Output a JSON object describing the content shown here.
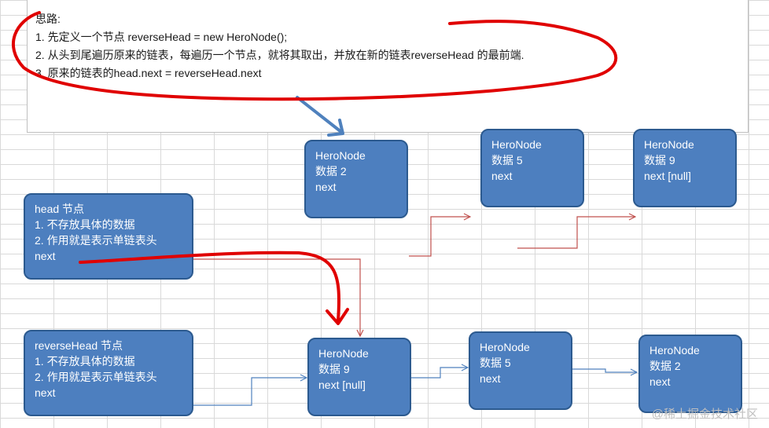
{
  "note": {
    "lines": [
      "思路:",
      "1. 先定义一个节点 reverseHead = new HeroNode();",
      "2. 从头到尾遍历原来的链表，每遍历一个节点，就将其取出，并放在新的链表reverseHead 的最前端.",
      "3. 原来的链表的head.next = reverseHead.next"
    ]
  },
  "head_node": {
    "title": "head 节点",
    "line1": "1. 不存放具体的数据",
    "line2": "2. 作用就是表示单链表头",
    "next": "next"
  },
  "reverse_head_node": {
    "title": "reverseHead 节点",
    "line1": "1. 不存放具体的数据",
    "line2": "2. 作用就是表示单链表头",
    "next": "next"
  },
  "top_nodes": [
    {
      "name": "HeroNode",
      "data": "数据 2",
      "next": "next"
    },
    {
      "name": "HeroNode",
      "data": "数据 5",
      "next": "next"
    },
    {
      "name": "HeroNode",
      "data": "数据 9",
      "next": "next [null]"
    }
  ],
  "bottom_nodes": [
    {
      "name": "HeroNode",
      "data": "数据 9",
      "next": "next [null]"
    },
    {
      "name": "HeroNode",
      "data": "数据 5",
      "next": "next"
    },
    {
      "name": "HeroNode",
      "data": "数据 2",
      "next": "next"
    }
  ],
  "watermark": "@稀土掘金技术社区",
  "colors": {
    "node_fill": "#4d7fbf",
    "node_border": "#2c5a8f",
    "hand_drawn_red": "#e00000",
    "link_red": "#c0504d",
    "link_blue": "#4f81bd"
  }
}
